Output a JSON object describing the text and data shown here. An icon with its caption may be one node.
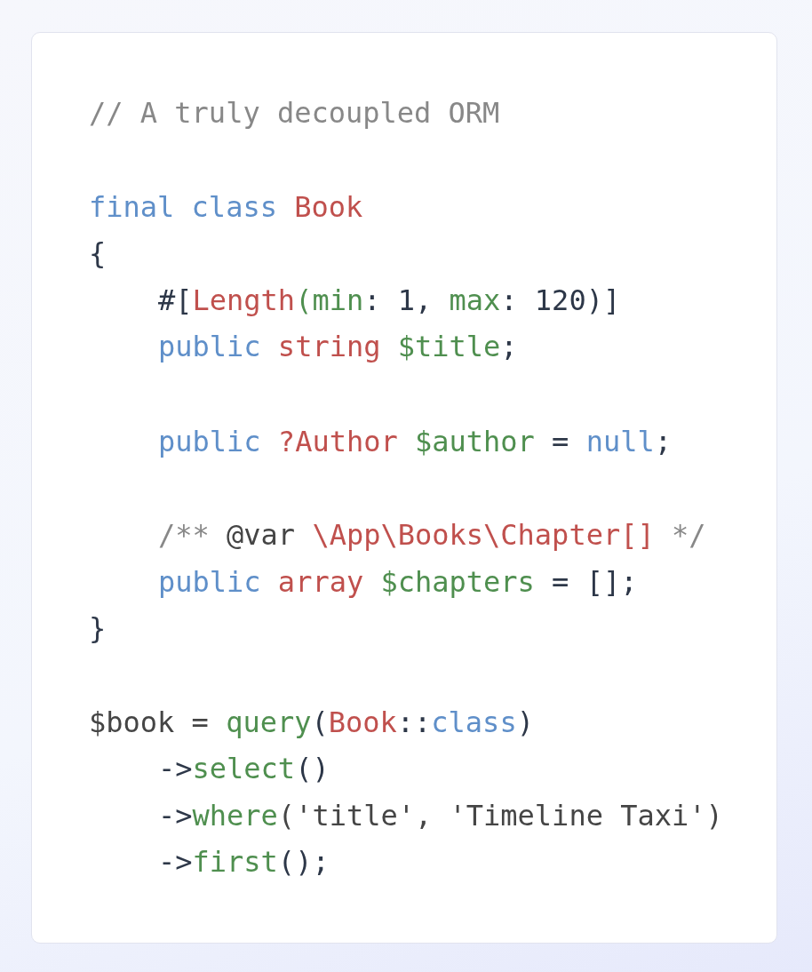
{
  "diagram": {
    "labels": [
      "// A truly decoupled ORM",
      "final class Book",
      "{",
      "#[Length(min: 1, max: 120)]",
      "public string $title;",
      "public ?Author $author = null;",
      "/** @var \\App\\Books\\Chapter[] */",
      "public array $chapters = [];",
      "}",
      "$book = query(Book::class)",
      "->select()",
      "->where('title', 'Timeline Taxi')",
      "->first();"
    ]
  }
}
